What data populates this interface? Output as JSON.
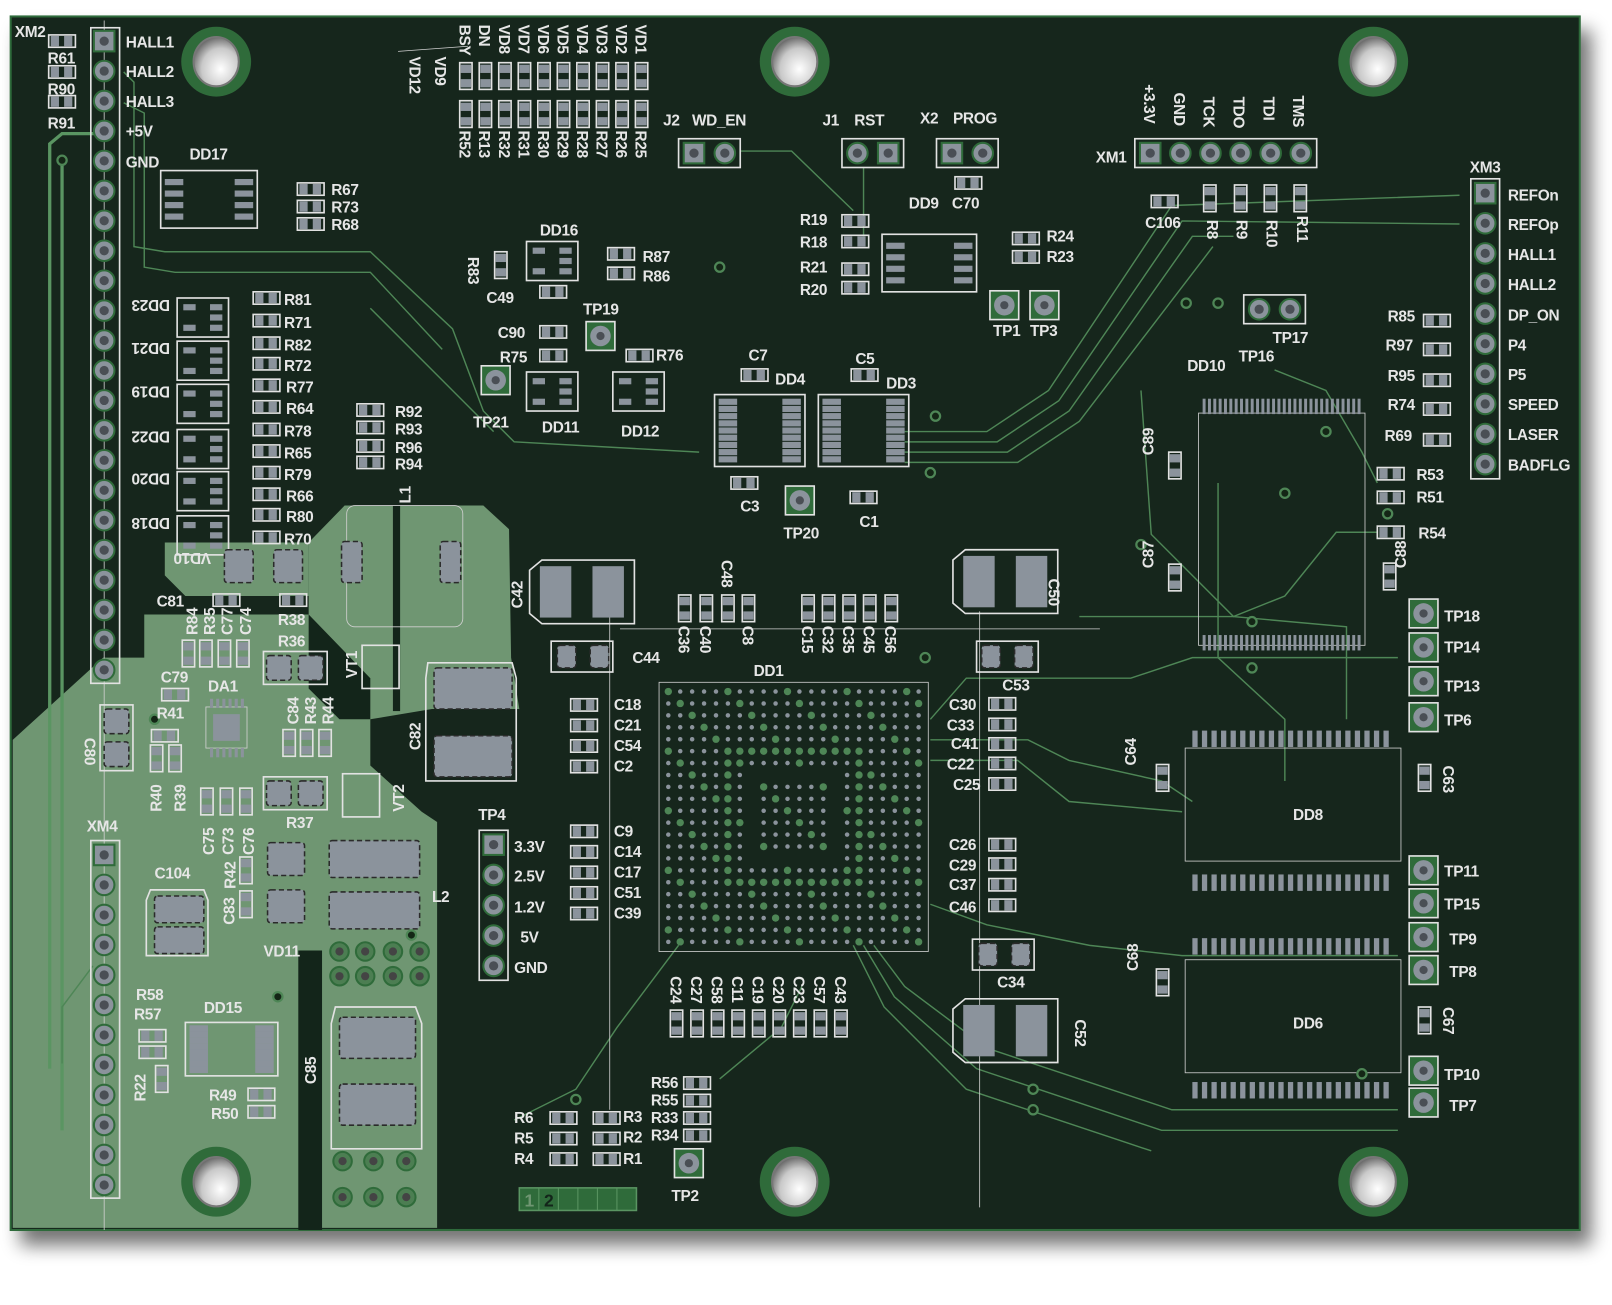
{
  "board": {
    "colors": {
      "substrate": "#13251a",
      "copper_pour": "#6f9672",
      "trace": "#4e8656",
      "silkscreen": "#e6e6e6",
      "pad": "#8b939c",
      "hole_ring": "#2f6b3a"
    },
    "layer_indicator": [
      "1",
      "2"
    ],
    "connectors": {
      "XM2": {
        "ref": "XM2",
        "pins": [
          "HALL1",
          "HALL2",
          "HALL3",
          "+5V",
          "GND"
        ]
      },
      "XM1": {
        "ref": "XM1",
        "pins": [
          "+3.3V",
          "GND",
          "TCK",
          "TDO",
          "TDI",
          "TMS"
        ]
      },
      "XM3": {
        "ref": "XM3",
        "pins": [
          "REFOn",
          "REFOp",
          "HALL1",
          "HALL2",
          "DP_ON",
          "P4",
          "P5",
          "SPEED",
          "LASER",
          "BADFLG"
        ]
      },
      "TP4": {
        "ref": "TP4",
        "pins": [
          "3.3V",
          "2.5V",
          "1.2V",
          "5V",
          "GND"
        ]
      },
      "XM4": {
        "ref": "XM4"
      },
      "J2": {
        "ref": "J2",
        "name": "WD_EN"
      },
      "J1": {
        "ref": "J1",
        "name": "RST"
      },
      "X2": {
        "ref": "X2",
        "name": "PROG"
      }
    },
    "labels": {
      "R61": "R61",
      "R90": "R90",
      "R91": "R91",
      "DD17": "DD17",
      "R67": "R67",
      "R73": "R73",
      "R68": "R68",
      "BSY": "BSY",
      "DN": "DN",
      "VD8": "VD8",
      "VD7": "VD7",
      "VD6": "VD6",
      "VD5": "VD5",
      "VD4": "VD4",
      "VD3": "VD3",
      "VD2": "VD2",
      "VD1": "VD1",
      "VD12": "VD12",
      "VD9": "VD9",
      "R52": "R52",
      "R13": "R13",
      "R32": "R32",
      "R31": "R31",
      "R30": "R30",
      "R29": "R29",
      "R28": "R28",
      "R27": "R27",
      "R26": "R26",
      "R25": "R25",
      "DD9": "DD9",
      "C70": "C70",
      "C106": "C106",
      "R8": "R8",
      "R9": "R9",
      "R10": "R10",
      "R11": "R11",
      "R19": "R19",
      "R18": "R18",
      "R21": "R21",
      "R20": "R20",
      "R24": "R24",
      "R23": "R23",
      "TP1": "TP1",
      "TP3": "TP3",
      "TP17": "TP17",
      "TP16": "TP16",
      "DD10": "DD10",
      "R85": "R85",
      "R97": "R97",
      "R95": "R95",
      "R74": "R74",
      "R69": "R69",
      "R53": "R53",
      "R51": "R51",
      "R54": "R54",
      "C89": "C89",
      "C87": "C87",
      "C88": "C88",
      "DD16": "DD16",
      "R87": "R87",
      "R86": "R86",
      "R83": "R83",
      "C49": "C49",
      "TP19": "TP19",
      "C90": "C90",
      "R75": "R75",
      "R76": "R76",
      "TP21": "TP21",
      "DD11": "DD11",
      "DD12": "DD12",
      "C7": "C7",
      "DD4": "DD4",
      "C5": "C5",
      "DD3": "DD3",
      "C3": "C3",
      "TP20": "TP20",
      "C1": "C1",
      "DD23": "DD23",
      "DD21": "DD21",
      "DD19": "DD19",
      "DD22": "DD22",
      "DD20": "DD20",
      "DD18": "DD18",
      "VD10": "VD10",
      "R81": "R81",
      "R71": "R71",
      "R82": "R82",
      "R72": "R72",
      "R77": "R77",
      "R64": "R64",
      "R78": "R78",
      "R65": "R65",
      "R79": "R79",
      "R66": "R66",
      "R80": "R80",
      "R70": "R70",
      "R92": "R92",
      "R93": "R93",
      "R96": "R96",
      "R94": "R94",
      "L1": "L1",
      "C81": "C81",
      "R84": "R84",
      "R35": "R35",
      "C77": "C77",
      "C74": "C74",
      "R38": "R38",
      "R36": "R36",
      "VT1": "VT1",
      "C79": "C79",
      "DA1": "DA1",
      "R41": "R41",
      "C84": "C84",
      "R43": "R43",
      "R44": "R44",
      "C80": "C80",
      "R40": "R40",
      "R39": "R39",
      "C75": "C75",
      "C73": "C73",
      "C76": "C76",
      "R42": "R42",
      "R37": "R37",
      "VT2": "VT2",
      "C82": "C82",
      "C83": "C83",
      "VD11": "VD11",
      "C104": "C104",
      "L2": "L2",
      "C85": "C85",
      "R58": "R58",
      "R57": "R57",
      "DD15": "DD15",
      "R22": "R22",
      "R49": "R49",
      "R50": "R50",
      "C42": "C42",
      "C44": "C44",
      "C18": "C18",
      "C21": "C21",
      "C54": "C54",
      "C2": "C2",
      "C9": "C9",
      "C14": "C14",
      "C17": "C17",
      "C51": "C51",
      "C39": "C39",
      "C36": "C36",
      "C40": "C40",
      "C48": "C48",
      "C8": "C8",
      "C15": "C15",
      "C32": "C32",
      "C35": "C35",
      "C45": "C45",
      "C56": "C56",
      "DD1": "DD1",
      "C50": "C50",
      "C53": "C53",
      "C30": "C30",
      "C33": "C33",
      "C41": "C41",
      "C22": "C22",
      "C25": "C25",
      "C26": "C26",
      "C29": "C29",
      "C37": "C37",
      "C46": "C46",
      "C34": "C34",
      "C52": "C52",
      "C24": "C24",
      "C27": "C27",
      "C58": "C58",
      "C11": "C11",
      "C19": "C19",
      "C20": "C20",
      "C23": "C23",
      "C57": "C57",
      "C43": "C43",
      "R56": "R56",
      "R55": "R55",
      "R33": "R33",
      "R34": "R34",
      "TP2": "TP2",
      "R6": "R6",
      "R5": "R5",
      "R4": "R4",
      "R3": "R3",
      "R2": "R2",
      "R1": "R1",
      "C64": "C64",
      "C63": "C63",
      "DD8": "DD8",
      "DD6": "DD6",
      "C68": "C68",
      "C67": "C67",
      "TP18": "TP18",
      "TP14": "TP14",
      "TP13": "TP13",
      "TP6": "TP6",
      "TP11": "TP11",
      "TP15": "TP15",
      "TP9": "TP9",
      "TP8": "TP8",
      "TP10": "TP10",
      "TP7": "TP7"
    }
  }
}
